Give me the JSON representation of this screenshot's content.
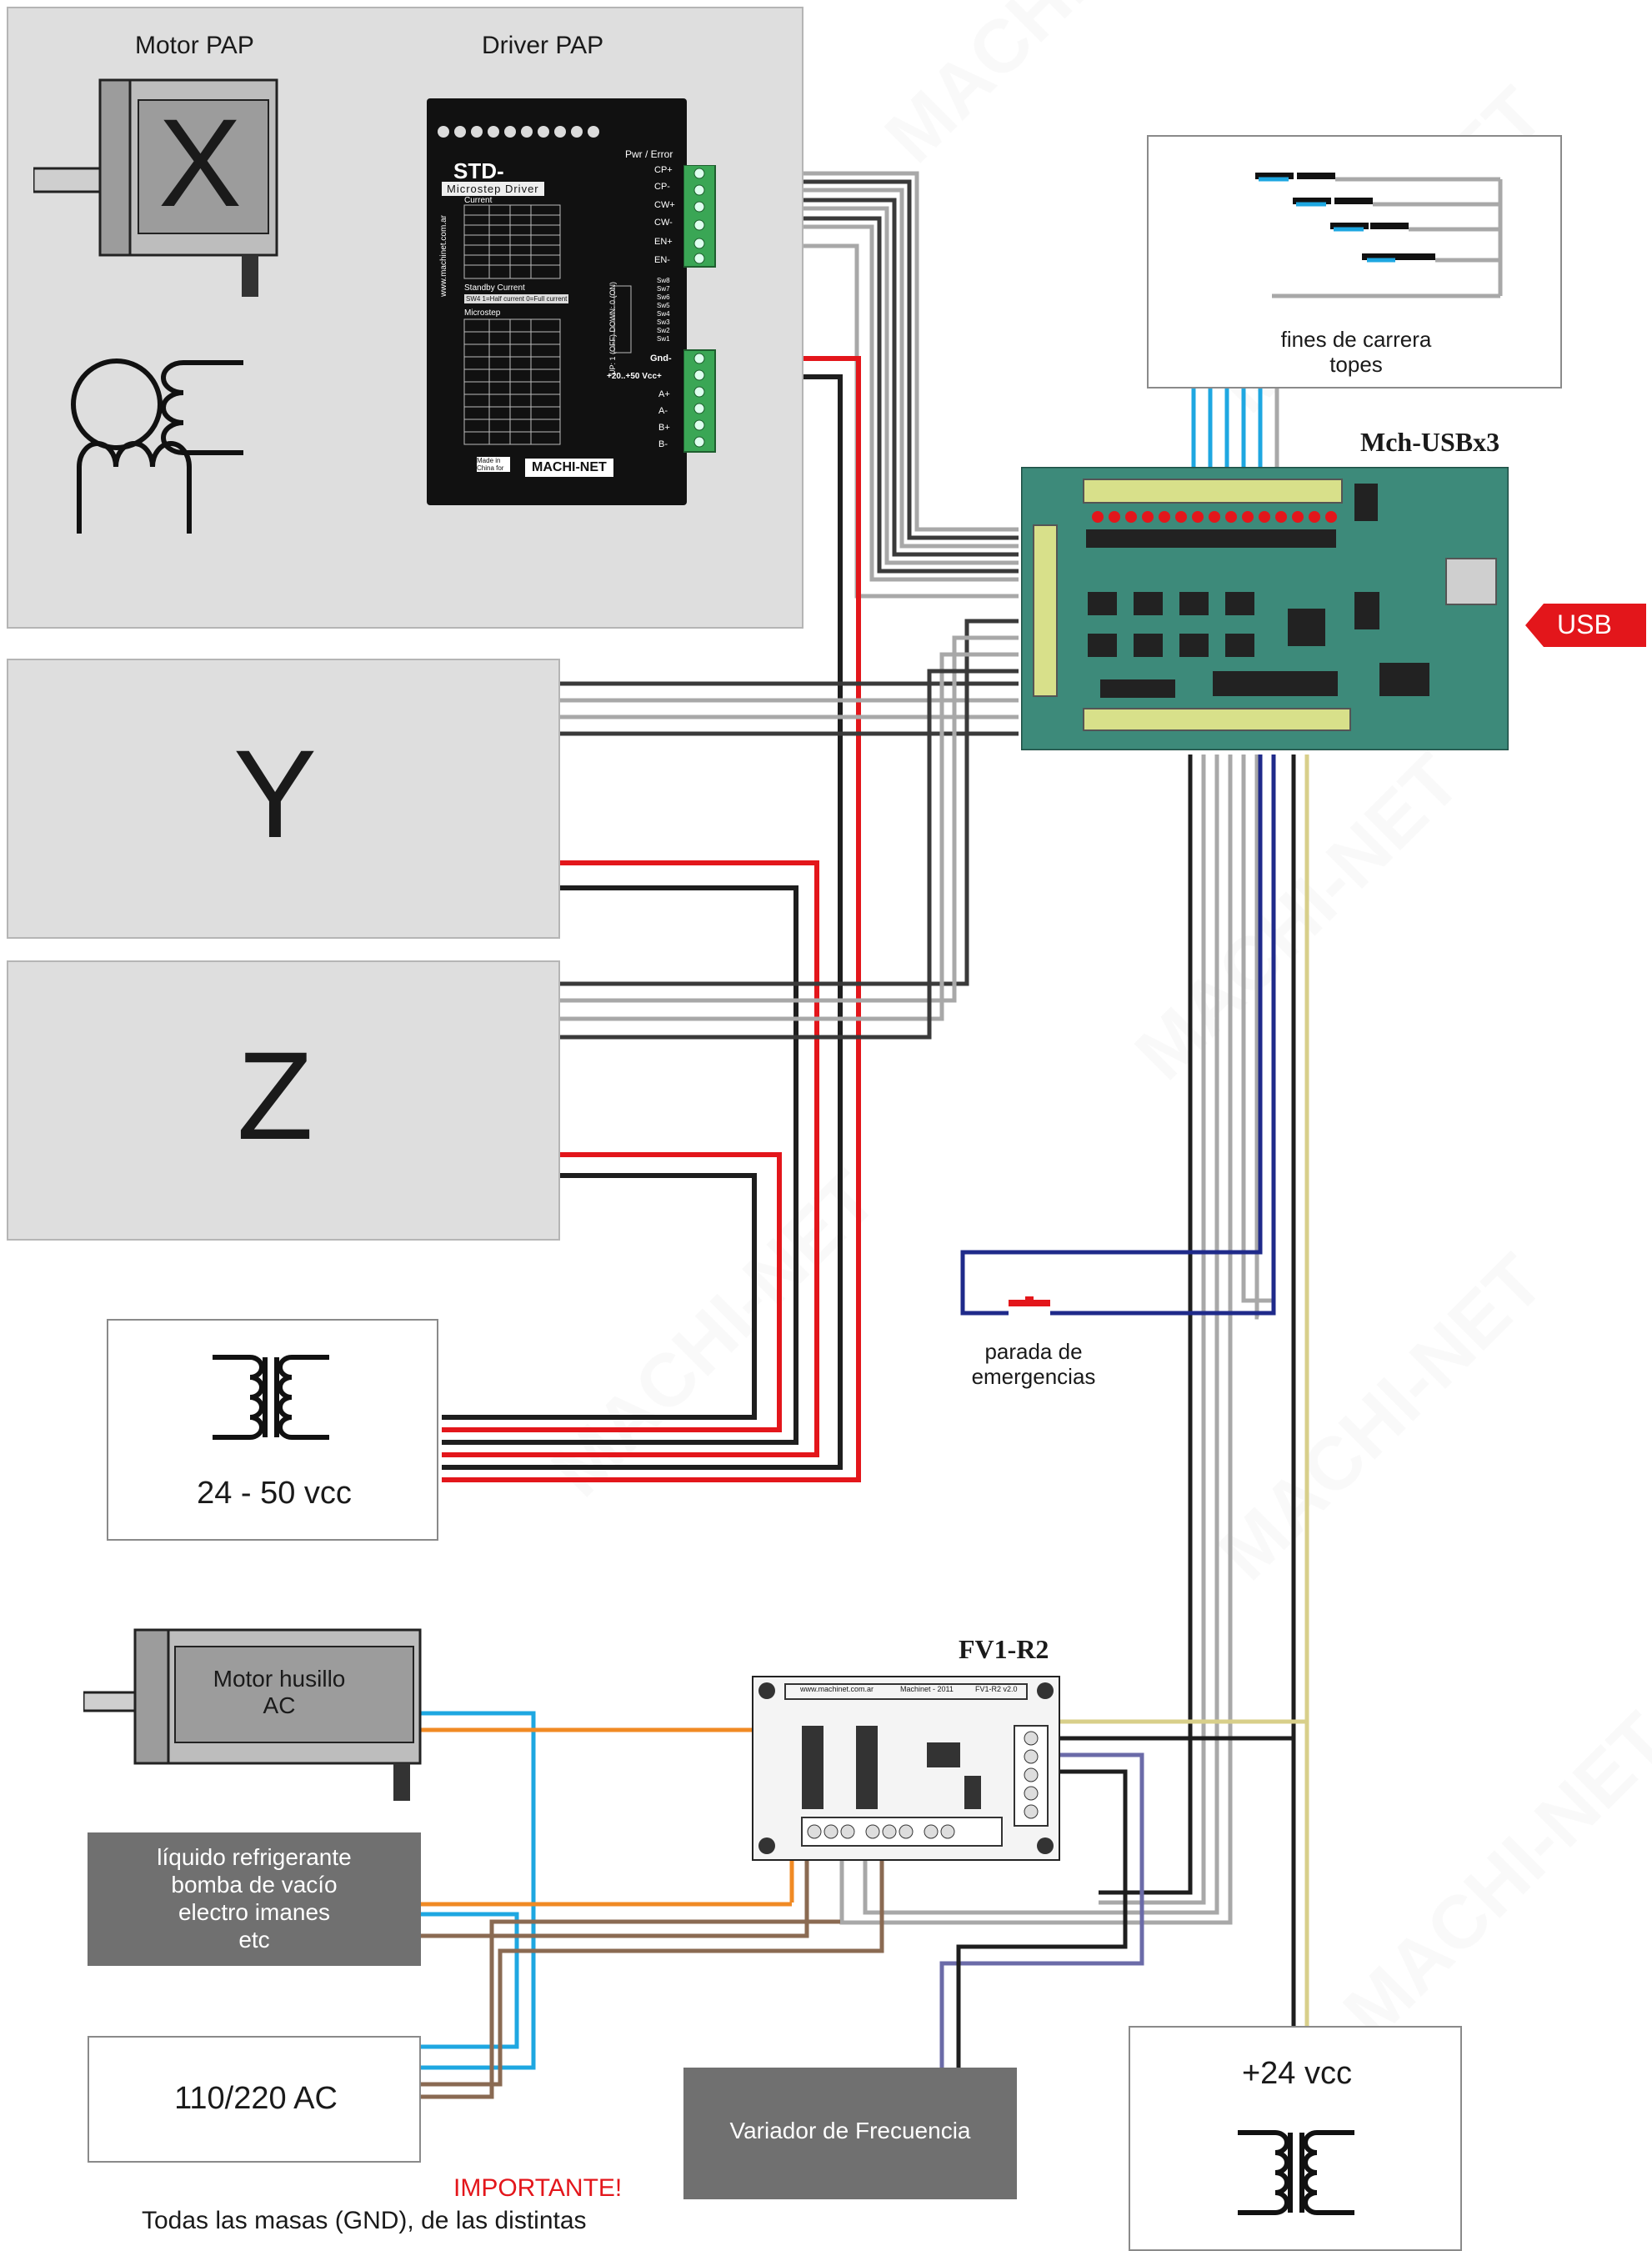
{
  "axes": {
    "x": {
      "label": "X",
      "motor_label": "Motor  PAP",
      "driver_label": "Driver PAP"
    },
    "y": {
      "label": "Y"
    },
    "z": {
      "label": "Z"
    }
  },
  "driver": {
    "model": "STD-",
    "subtitle": "Microstep Driver",
    "pwr_error": "Pwr / Error",
    "signals": [
      "CP+",
      "CP-",
      "CW+",
      "CW-",
      "EN+",
      "EN-"
    ],
    "power_pins": [
      "Gnd-",
      "+20..+50  Vcc+",
      "A+",
      "A-",
      "B+",
      "B-"
    ],
    "current_title": "Current",
    "standby_title": "Standby Current",
    "standby_text": "SW4  1=Half current  0=Full current",
    "microstep_title": "Microstep",
    "side_text": "www.machinet.com.ar",
    "switch_labels": [
      "Sw8",
      "Sw7",
      "Sw6",
      "Sw5",
      "Sw4",
      "Sw3",
      "Sw2",
      "Sw1"
    ],
    "switch_title": "UP: 1 (OFF)   DOWN: 0 (ON)",
    "brand": "MACHI-NET",
    "made_in": "Made in China for"
  },
  "limits": {
    "label_line1": "fines de carrera",
    "label_line2": "topes"
  },
  "controller": {
    "name": "Mch-USBx3",
    "usb_label": "USB"
  },
  "emergency": {
    "line1": "parada de",
    "line2": "emergencias"
  },
  "psu_motors": {
    "label": "24 - 50 vcc"
  },
  "spindle": {
    "line1": "Motor husillo",
    "line2": "AC"
  },
  "accessories": {
    "lines": [
      "líquido refrigerante",
      "bomba de vacío",
      "electro imanes",
      "etc"
    ]
  },
  "mains": {
    "label": "110/220 AC"
  },
  "fv1": {
    "name": "FV1-R2",
    "web": "www.machinet.com.ar",
    "brand": "Machinet - 2011",
    "rev": "FV1-R2  v2.0"
  },
  "vfd": {
    "label": "Variador de Frecuencia"
  },
  "psu_logic": {
    "label": "+24 vcc"
  },
  "note": {
    "title": "IMPORTANTE!",
    "text": "Todas las masas (GND), de las  distintas"
  },
  "colors": {
    "panel_gray": "#dedede",
    "pcb_green": "#3d8a7a",
    "wire_red": "#e3161b",
    "wire_black": "#1e1e1e",
    "wire_gray": "#a8a8a8",
    "wire_blue_light": "#1ea7e1",
    "wire_navy": "#1f2a8a",
    "wire_orange": "#f08a24",
    "wire_brown": "#8a6a52",
    "wire_yellow": "#d8cf8a",
    "wire_purple": "#6b6ba8",
    "wire_green": "#19a03a",
    "usb_red": "#e3161b",
    "important_red": "#e3161b"
  }
}
